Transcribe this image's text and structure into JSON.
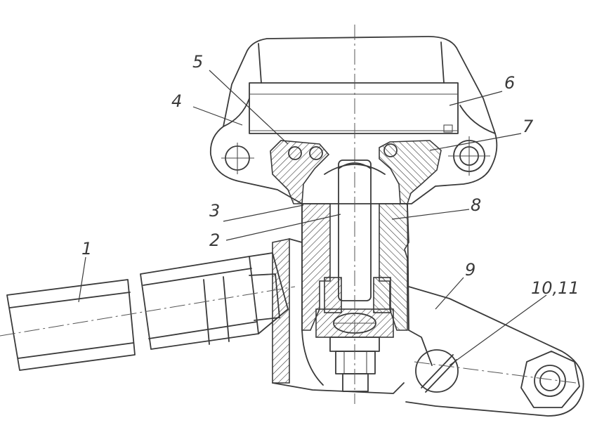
{
  "labels": [
    {
      "key": "1",
      "text": "1"
    },
    {
      "key": "2",
      "text": "2"
    },
    {
      "key": "3",
      "text": "3"
    },
    {
      "key": "4",
      "text": "4"
    },
    {
      "key": "5",
      "text": "5"
    },
    {
      "key": "6",
      "text": "6"
    },
    {
      "key": "7",
      "text": "7"
    },
    {
      "key": "8",
      "text": "8"
    },
    {
      "key": "9",
      "text": "9"
    },
    {
      "key": "10_11",
      "text": "10,11"
    }
  ],
  "colors": {
    "line": "#3a3a3a",
    "background": "#ffffff"
  }
}
